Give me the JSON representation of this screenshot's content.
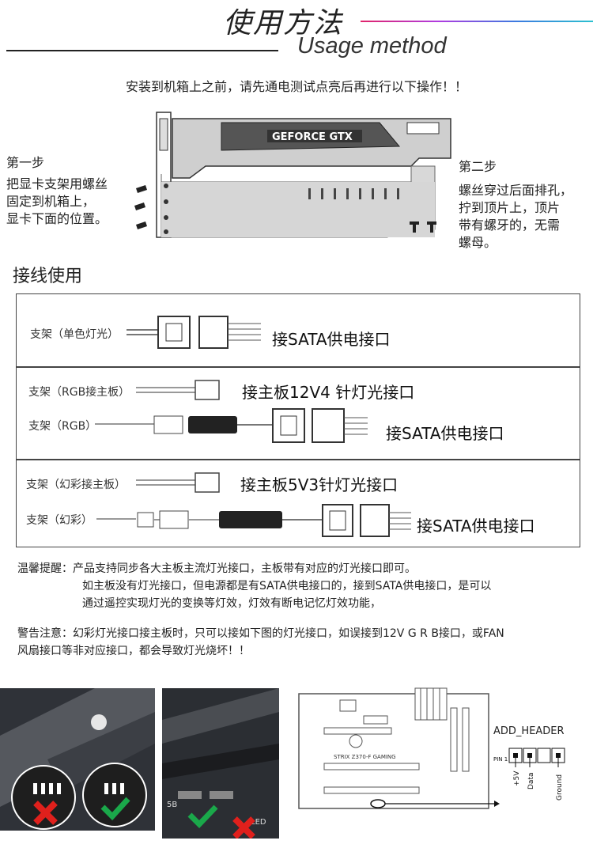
{
  "header": {
    "title_cn": "使用方法",
    "title_en": "Usage method"
  },
  "notice": "安装到机箱上之前，请先通电测试点亮后再进行以下操作！！",
  "steps": {
    "step1_title": "第一步",
    "step1_lines": [
      "把显卡支架用螺丝",
      "固定到机箱上，",
      "显卡下面的位置。"
    ],
    "step2_title": "第二步",
    "step2_lines": [
      "螺丝穿过后面排孔，",
      "拧到顶片上，顶片",
      "带有螺牙的，无需",
      "螺母。"
    ],
    "gpu_label": "GEFORCE GTX"
  },
  "wiring": {
    "heading": "接线使用",
    "box1": {
      "row1_label": "支架（单色灯光）",
      "row1_target": "接SATA供电接口"
    },
    "box2": {
      "row1_label": "支架（RGB接主板）",
      "row1_target": "接主板12V4 针灯光接口",
      "row2_label": "支架（RGB）",
      "row2_target": "接SATA供电接口"
    },
    "box3": {
      "row1_label": "支架（幻彩接主板）",
      "row1_target": "接主板5V3针灯光接口",
      "row2_label": "支架（幻彩）",
      "row2_target": "接SATA供电接口"
    }
  },
  "tips": {
    "line1": "温馨提醒：产品支持同步各大主板主流灯光接口，主板带有对应的灯光接口即可。",
    "line2": "如主板没有灯光接口，但电源都是有SATA供电接口的，接到SATA供电接口，是可以",
    "line3": "通过遥控实现灯光的变换等灯效，灯效有断电记忆灯效功能，",
    "warn1": "警告注意：幻彩灯光接口接主板时，只可以接如下图的灯光接口，如误接到12V G R B接口，或FAN",
    "warn2": "风扇接口等非对应接口，都会导致灯光烧坏！！"
  },
  "diagram": {
    "header_title": "ADD_HEADER",
    "pin_label": "PIN 1",
    "pins": [
      "+5V",
      "Data",
      "Ground"
    ],
    "board_text": "STRIX Z370-F GAMING",
    "photo_label_1": "5B",
    "photo_label_2": "LED"
  },
  "colors": {
    "wrong": "#e0201c",
    "right": "#1aa84a"
  }
}
